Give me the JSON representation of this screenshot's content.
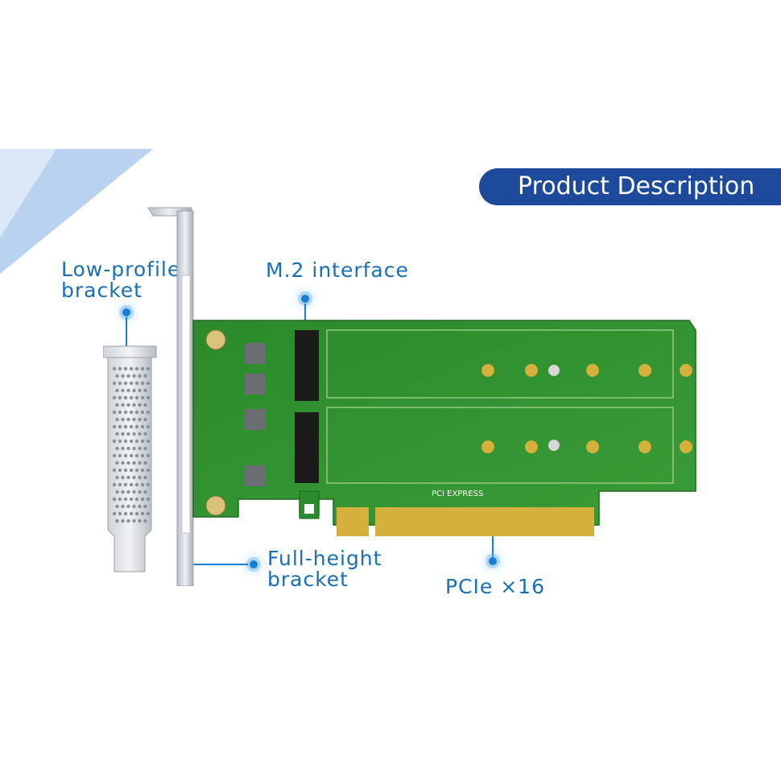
{
  "header": {
    "badge_text": "Product Description"
  },
  "callouts": {
    "low_profile": {
      "line1": "Low-profile",
      "line2": "bracket"
    },
    "m2": {
      "text": "M.2 interface"
    },
    "full_height": {
      "line1": "Full-height",
      "line2": "bracket"
    },
    "pcie": {
      "text": "PCIe ×16"
    }
  },
  "board": {
    "logo_text": "PCI",
    "logo_sub": "EXPRESS"
  },
  "colors": {
    "accent": "#1d4a9a",
    "callout": "#1a6fb4",
    "pcb": "#2f8f2f",
    "gold": "#d4b13c"
  }
}
